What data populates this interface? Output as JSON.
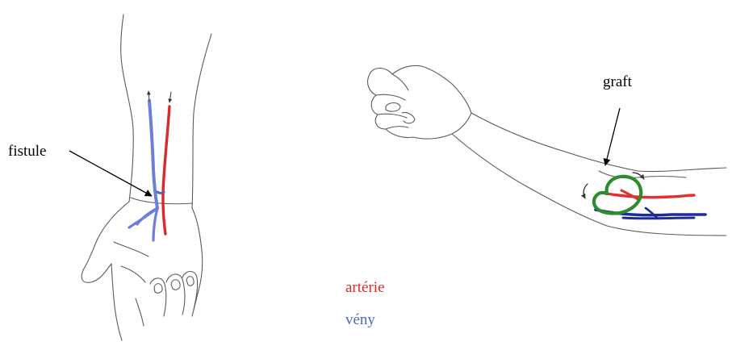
{
  "labels": {
    "fistule": "fistule",
    "graft": "graft"
  },
  "legend": {
    "artery": {
      "text": "artérie",
      "color": "#e32626"
    },
    "vein": {
      "text": "vény",
      "color": "#4a67c4"
    }
  },
  "colors": {
    "outline": "#5a5a5a",
    "artery": "#d92b2b",
    "vein_light": "#6c7fd6",
    "vein_dark": "#1f2c96",
    "graft": "#2e8b2e",
    "pointer": "#000000"
  }
}
